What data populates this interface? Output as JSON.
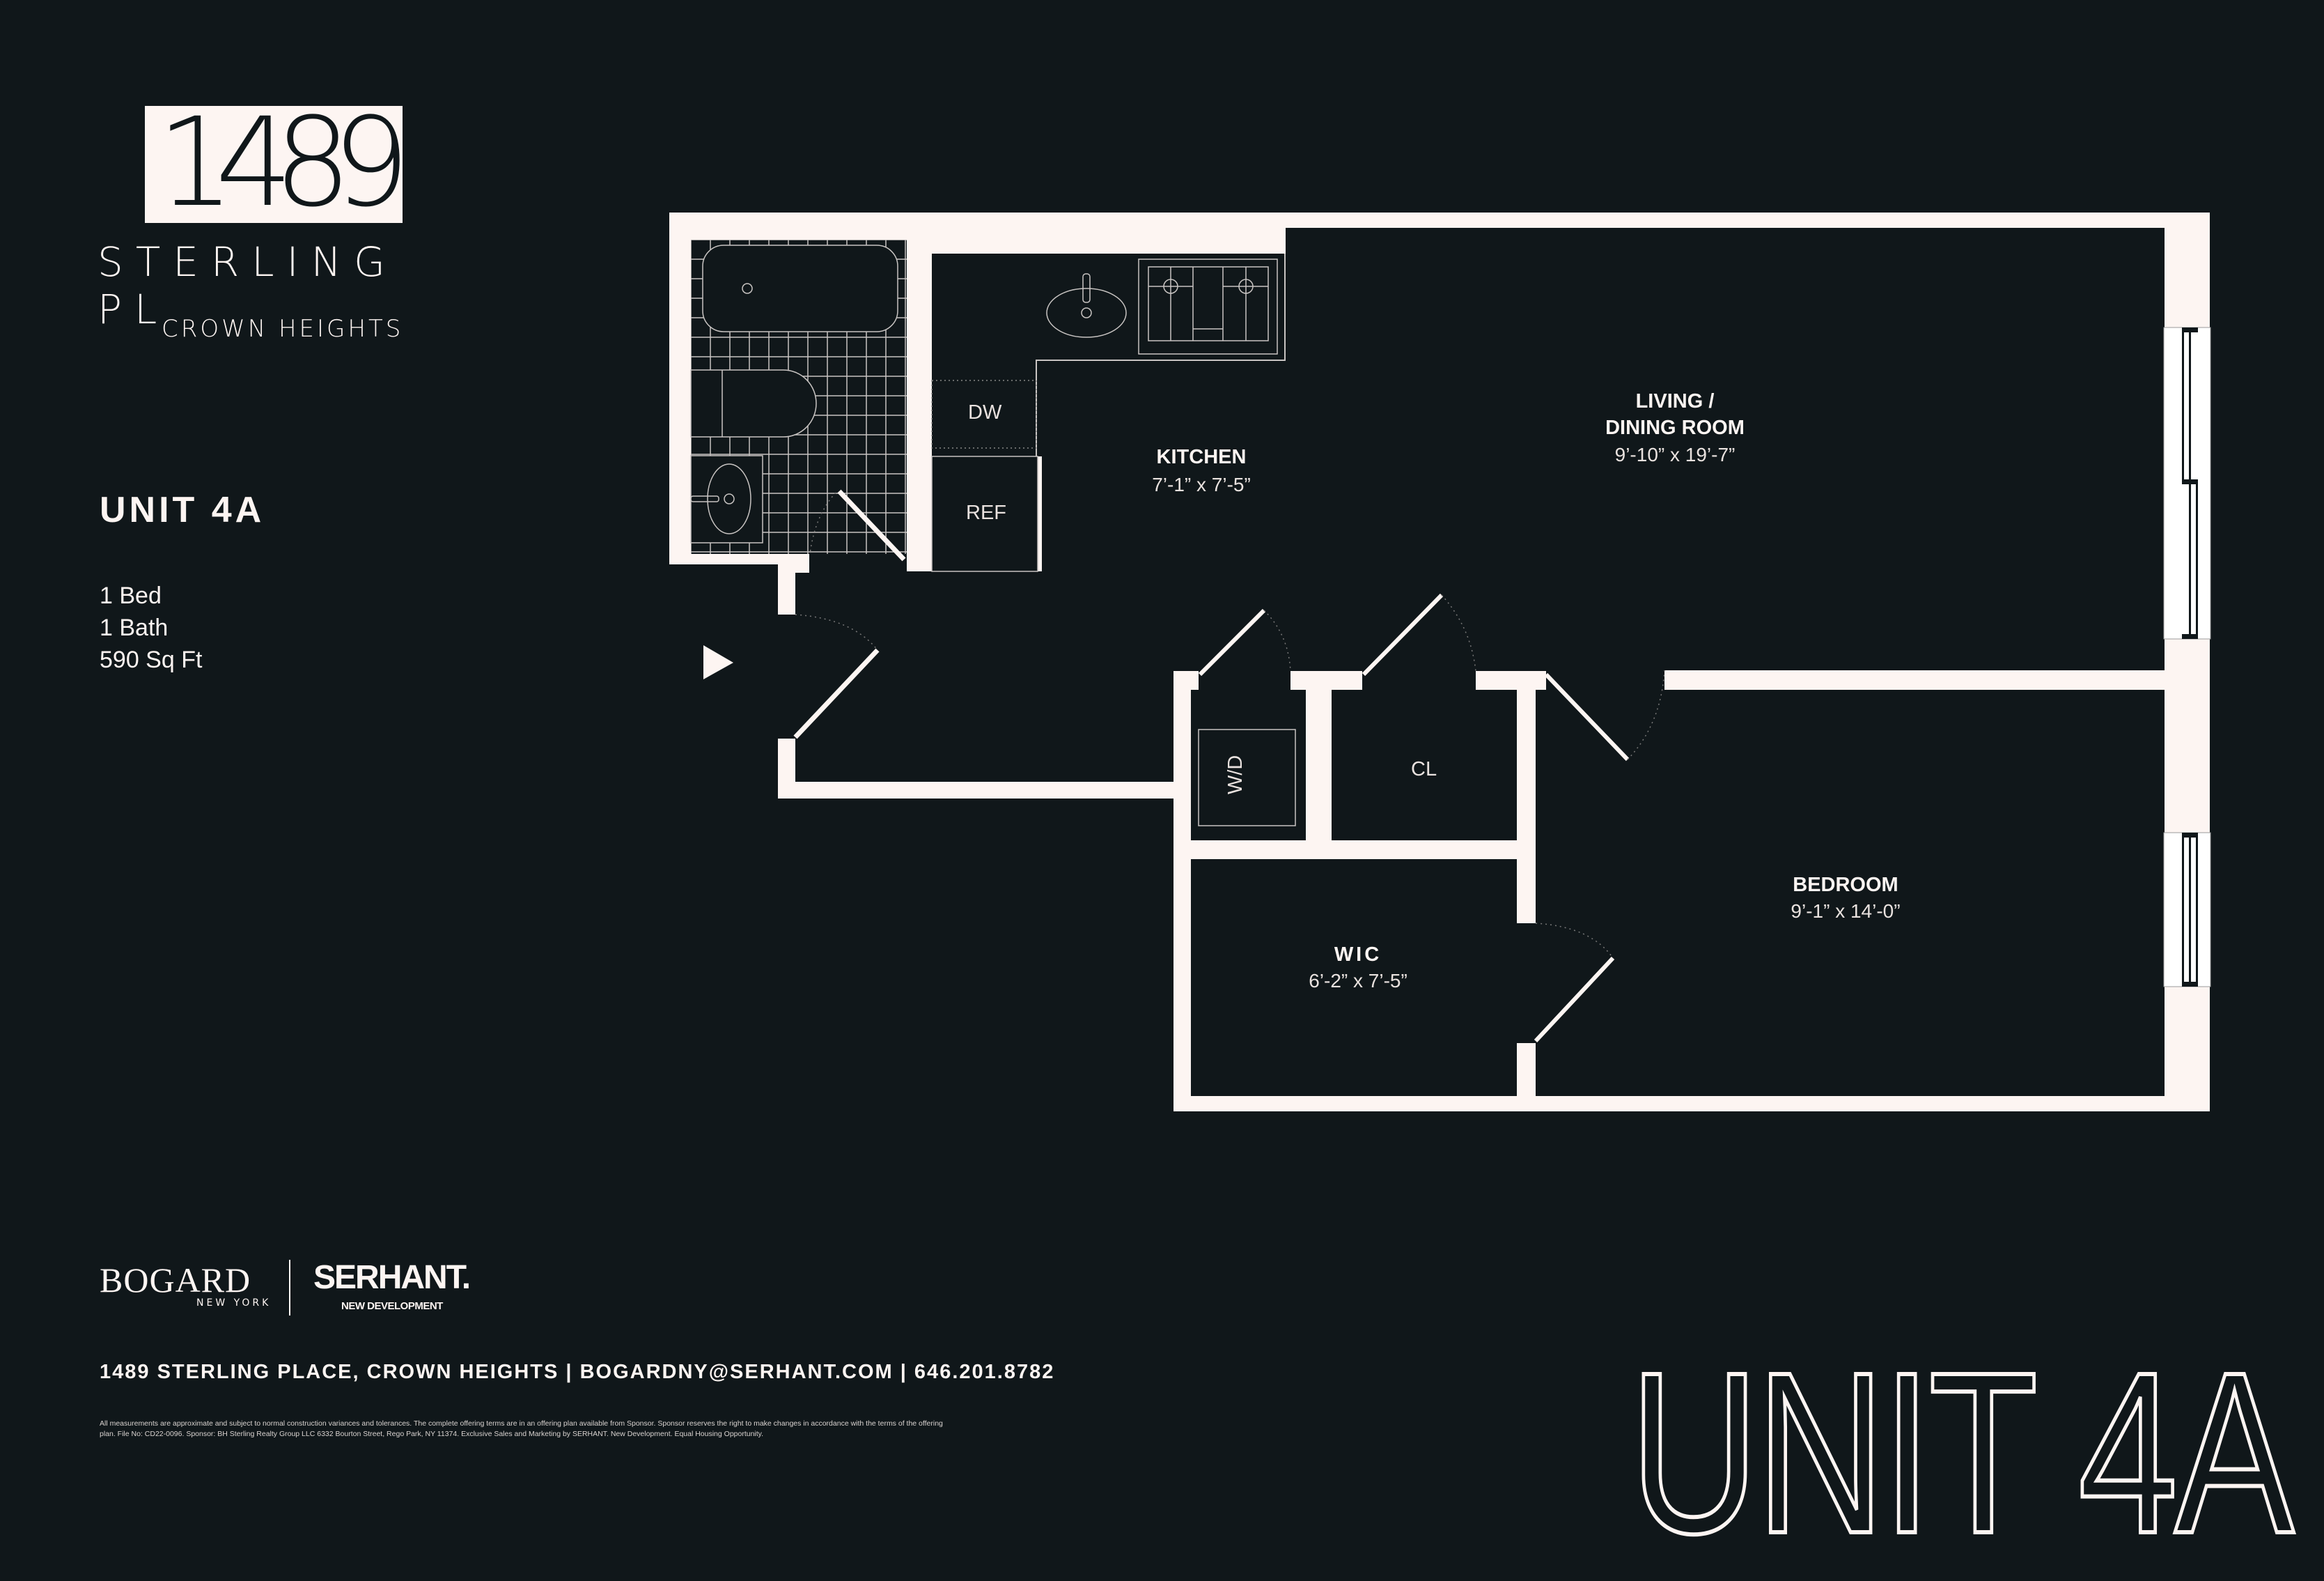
{
  "brand": {
    "building_number": "1489",
    "street": "STERLING PL",
    "neighborhood": "CROWN HEIGHTS"
  },
  "unit": {
    "title": "UNIT 4A",
    "beds": "1 Bed",
    "baths": "1 Bath",
    "area": "590 Sq Ft"
  },
  "floorplan": {
    "rooms": [
      {
        "name": "KITCHEN",
        "dims": "7’-1” x 7’-5”"
      },
      {
        "name": "LIVING /",
        "name2": "DINING ROOM",
        "dims": "9’-10” x 19’-7”"
      },
      {
        "name": "BEDROOM",
        "dims": "9’-1” x 14’-0”"
      },
      {
        "name": "WIC",
        "dims": "6’-2” x 7’-5”"
      }
    ],
    "fixtures": {
      "dishwasher": "DW",
      "refrigerator": "REF",
      "washer_dryer": "W/D",
      "closet": "CL"
    },
    "entry_icon": "entry-arrow-icon"
  },
  "footer": {
    "partner1": "BOGARD",
    "partner1_sub": "NEW YORK",
    "partner2": "SERHANT.",
    "partner2_sub": "NEW DEVELOPMENT",
    "contact": "1489 STERLING PLACE, CROWN HEIGHTS  |  BOGARDNY@SERHANT.COM  |  646.201.8782",
    "disclaimer_line1": "All measurements are approximate and subject to normal construction variances and tolerances. The complete offering terms are in an offering plan available from Sponsor. Sponsor reserves the right to make changes in accordance with the terms of the offering",
    "disclaimer_line2": "plan. File No: CD22-0096. Sponsor: BH Sterling Realty Group LLC 6332 Bourton Street, Rego Park, NY 11374. Exclusive Sales and Marketing by SERHANT. New Development. Equal Housing Opportunity.",
    "big_unit": "UNIT 4A"
  },
  "colors": {
    "background": "#10171a",
    "foreground": "#fdf5f2"
  }
}
